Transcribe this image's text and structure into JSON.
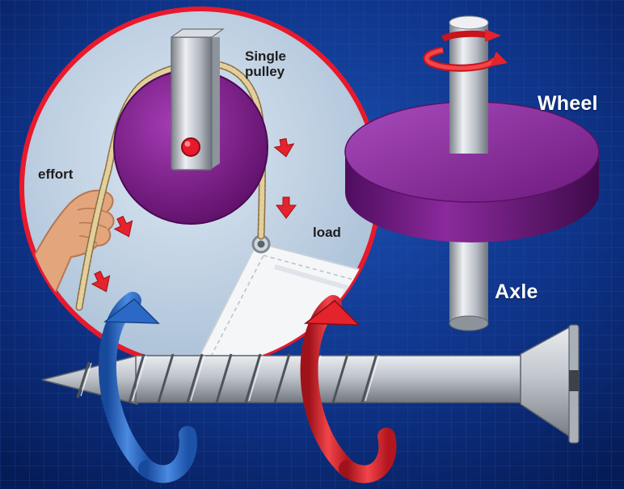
{
  "labels": {
    "single_pulley_line1": "Single",
    "single_pulley_line2": "pulley",
    "effort": "effort",
    "load": "load",
    "wheel": "Wheel",
    "axle": "Axle"
  },
  "colors": {
    "background": "#0a2c7a",
    "grid_line": "#2a55b0",
    "pulley_circle_fill": "#c4d6e8",
    "pulley_circle_border": "#e8192c",
    "wheel_purple": "#7c1e8a",
    "axle_steel": "#b9bec6",
    "direction_arrow_red": "#e5232c",
    "direction_arrow_blue": "#2c69c6",
    "rope": "#d8c08a"
  },
  "icons": [
    "pulley-wheel-icon",
    "rope-icon",
    "hand-icon",
    "sail-load-icon",
    "wheel-disc-icon",
    "axle-shaft-icon",
    "screw-icon",
    "rotation-arrow-icon",
    "down-arrow-icon"
  ]
}
